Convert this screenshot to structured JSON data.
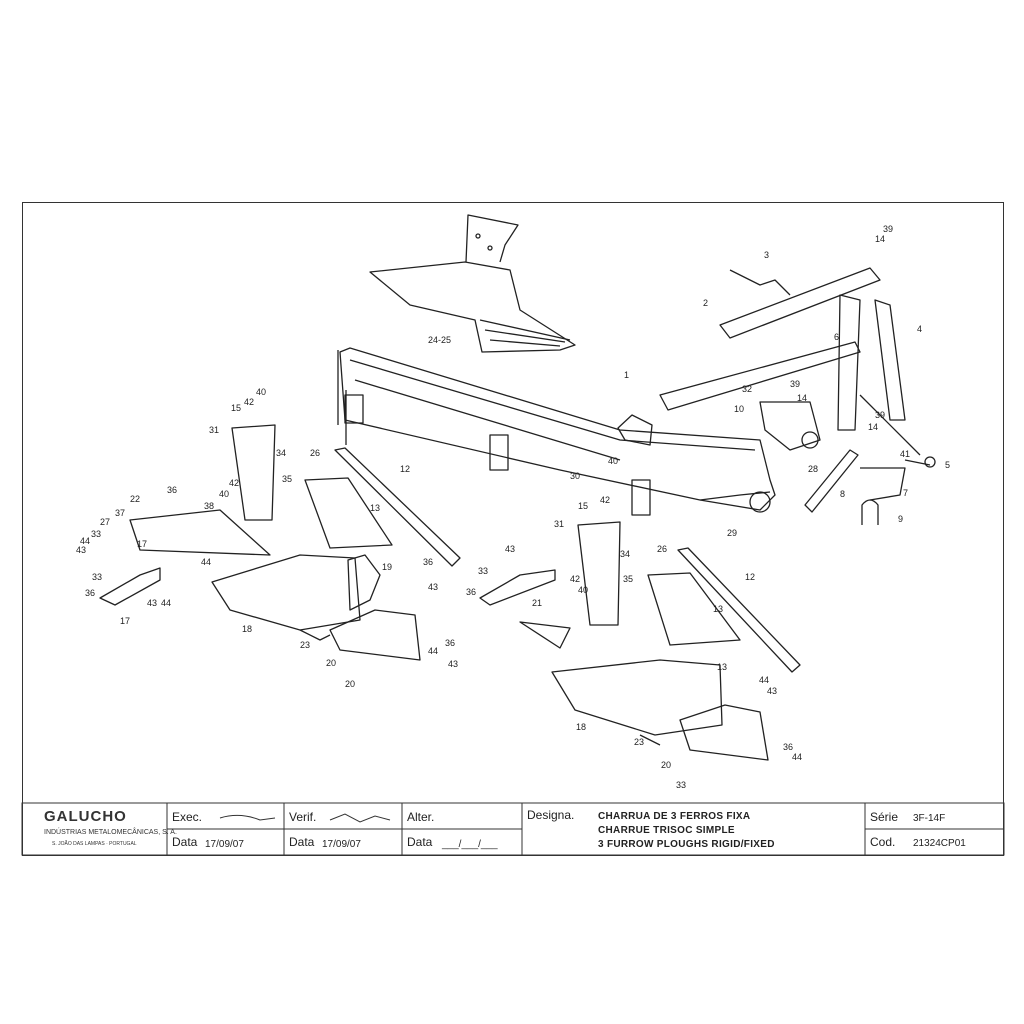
{
  "titleblock": {
    "company": "GALUCHO",
    "company_sub": "INDÚSTRIAS METALOMECÂNICAS, S. A.",
    "company_addr": "S. JOÃO DAS LAMPAS · PORTUGAL",
    "exec_label": "Exec.",
    "verif_label": "Verif.",
    "alter_label": "Alter.",
    "data_label": "Data",
    "exec_date": "17/09/07",
    "verif_date": "17/09/07",
    "alter_date": "___/___/___",
    "designa_label": "Designa.",
    "designation_pt": "CHARRUA DE 3 FERROS FIXA",
    "designation_fr": "CHARRUE TRISOC SIMPLE",
    "designation_en": "3 FURROW PLOUGHS RIGID/FIXED",
    "serie_label": "Série",
    "serie_value": "3F-14F",
    "cod_label": "Cod.",
    "cod_value": "21324CP01"
  },
  "callouts": [
    "1",
    "2",
    "3",
    "4",
    "5",
    "6",
    "7",
    "8",
    "9",
    "10",
    "12",
    "12",
    "13",
    "13",
    "13",
    "14",
    "14",
    "14",
    "15",
    "15",
    "17",
    "17",
    "18",
    "18",
    "19",
    "20",
    "20",
    "20",
    "21",
    "22",
    "23",
    "23",
    "24-25",
    "26",
    "26",
    "27",
    "28",
    "29",
    "30",
    "31",
    "31",
    "32",
    "33",
    "33",
    "33",
    "33",
    "34",
    "34",
    "35",
    "35",
    "36",
    "36",
    "36",
    "36",
    "36",
    "36",
    "37",
    "38",
    "39",
    "39",
    "39",
    "40",
    "40",
    "40",
    "40",
    "41",
    "42",
    "42",
    "42",
    "42",
    "43",
    "43",
    "43",
    "43",
    "43",
    "43",
    "44",
    "44",
    "44",
    "44",
    "44",
    "44"
  ]
}
